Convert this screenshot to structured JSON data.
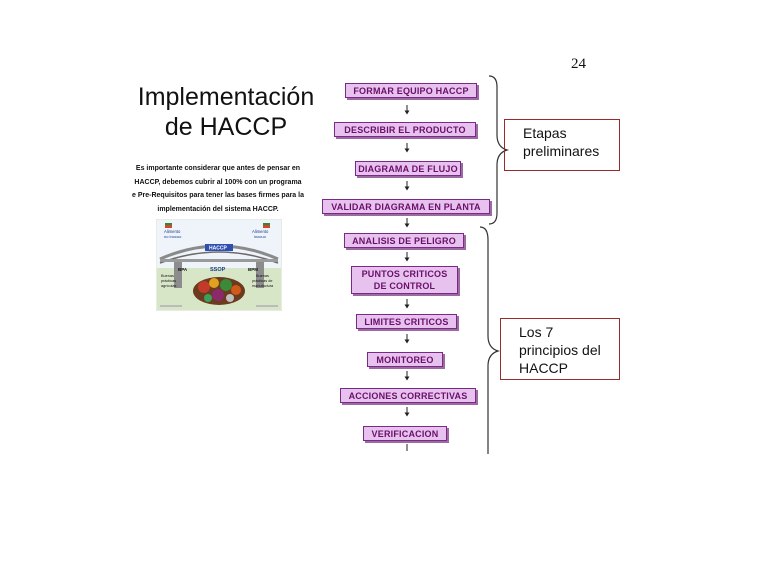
{
  "page_number": "24",
  "title": {
    "line1": "Implementación",
    "line2": "de HACCP"
  },
  "intro": {
    "line1": "Es importante considerar que antes de pensar en",
    "line2": "HACCP, debemos cubrir al 100% con un programa",
    "line3": "e Pre-Requisitos para tener las bases firmes para la",
    "line4": "implementación del sistema HACCP."
  },
  "infographic": {
    "left_top": "Alimento",
    "left_top2": "no inocuo",
    "right_top": "Alimento",
    "right_top2": "inocuo",
    "center_top": "HACCP",
    "left_tag": "BPA",
    "right_tag": "BPM",
    "center_mid": "SSOP",
    "left_bottom1": "Buenas",
    "left_bottom2": "prácticas",
    "left_bottom3": "agrícolas",
    "right_bottom1": "Buenas",
    "right_bottom2": "prácticas de",
    "right_bottom3": "manufactura"
  },
  "flow": {
    "steps": [
      "FORMAR EQUIPO HACCP",
      "DESCRIBIR EL PRODUCTO",
      "DIAGRAMA DE FLUJO",
      "VALIDAR DIAGRAMA EN PLANTA",
      "ANALISIS DE PELIGRO",
      "PUNTOS CRITICOS",
      "DE CONTROL",
      "LIMITES CRITICOS",
      "MONITOREO",
      "ACCIONES CORRECTIVAS",
      "VERIFICACION"
    ]
  },
  "notes": {
    "preliminary": {
      "line1": "Etapas",
      "line2": "preliminares"
    },
    "principles": {
      "line1": "Los 7",
      "line2": "principios del",
      "line3": "HACCP"
    }
  },
  "colors": {
    "box_fill": "#e8c2ee",
    "box_border": "#7a2a86",
    "box_text": "#6a0f6a",
    "note_border": "#9b2b2b"
  }
}
